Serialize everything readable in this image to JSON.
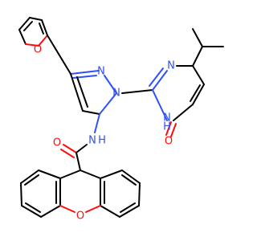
{
  "colors": {
    "background": "#ffffff",
    "bond": "#000000",
    "oxygen": "#ff0d0d",
    "nitrogen": "#3050f8"
  },
  "atoms": {
    "furan_o": {
      "symbol": "O",
      "color": "#ff0d0d"
    },
    "pyrazole_n2": {
      "symbol": "N",
      "color": "#3050f8"
    },
    "pyrazole_n1": {
      "symbol": "N",
      "color": "#3050f8"
    },
    "pyrimidine_n3": {
      "symbol": "N",
      "color": "#3050f8"
    },
    "pyrimidine_nh": {
      "symbol": "N",
      "hydrogen": "H",
      "color": "#3050f8"
    },
    "pyrimidinone_o": {
      "symbol": "O",
      "color": "#ff0d0d"
    },
    "amide_nh": {
      "symbol": "N",
      "hydrogen": "H",
      "color": "#3050f8"
    },
    "amide_o": {
      "symbol": "O",
      "color": "#ff0d0d"
    },
    "xanthene_o": {
      "symbol": "O",
      "color": "#ff0d0d"
    }
  }
}
